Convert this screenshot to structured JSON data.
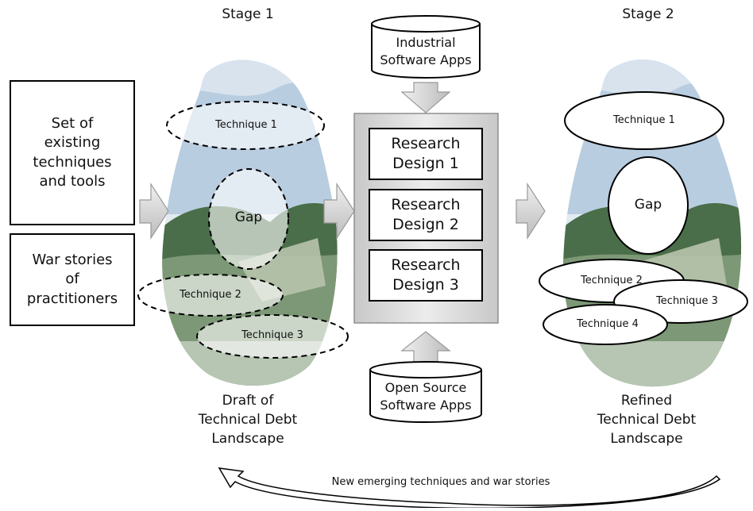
{
  "stages": {
    "stage1_title": "Stage 1",
    "stage2_title": "Stage 2"
  },
  "inputs": {
    "set_of_techniques": [
      "Set of",
      "existing",
      "techniques",
      "and tools"
    ],
    "war_stories": [
      "War stories",
      "of",
      "practitioners"
    ]
  },
  "stage1": {
    "technique1": "Technique 1",
    "gap": "Gap",
    "technique2": "Technique 2",
    "technique3": "Technique 3",
    "caption": [
      "Draft of",
      "Technical Debt",
      "Landscape"
    ]
  },
  "center": {
    "industrial": [
      "Industrial",
      "Software Apps"
    ],
    "open_source": [
      "Open Source",
      "Software Apps"
    ],
    "research_designs": [
      [
        "Research",
        "Design 1"
      ],
      [
        "Research",
        "Design 2"
      ],
      [
        "Research",
        "Design 3"
      ]
    ]
  },
  "stage2": {
    "technique1": "Technique 1",
    "gap": "Gap",
    "technique2": "Technique 2",
    "technique3": "Technique 3",
    "technique4": "Technique 4",
    "caption": [
      "Refined",
      "Technical Debt",
      "Landscape"
    ]
  },
  "feedback": {
    "label": "New emerging techniques and war stories"
  },
  "colors": {
    "sky": "#b9cde0",
    "hill_dark": "#4a6e49",
    "hill_mid": "#86a07e",
    "arrow_fill": "#d4d4d4",
    "arrow_stroke": "#999999",
    "panel": "#dcdcdc"
  }
}
